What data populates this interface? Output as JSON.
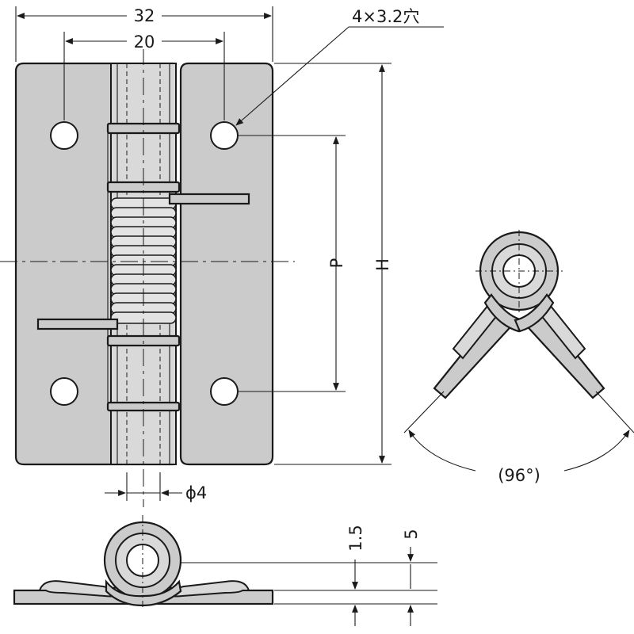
{
  "dimensions": {
    "overall_width": "32",
    "hole_pitch_width": "20",
    "holes_callout": "4×3.2穴",
    "hole_pitch_height": "P",
    "overall_height": "H",
    "pin_diameter": "ϕ4",
    "opening_angle": "(96°)",
    "thickness": "1.5",
    "knuckle_height": "5"
  }
}
